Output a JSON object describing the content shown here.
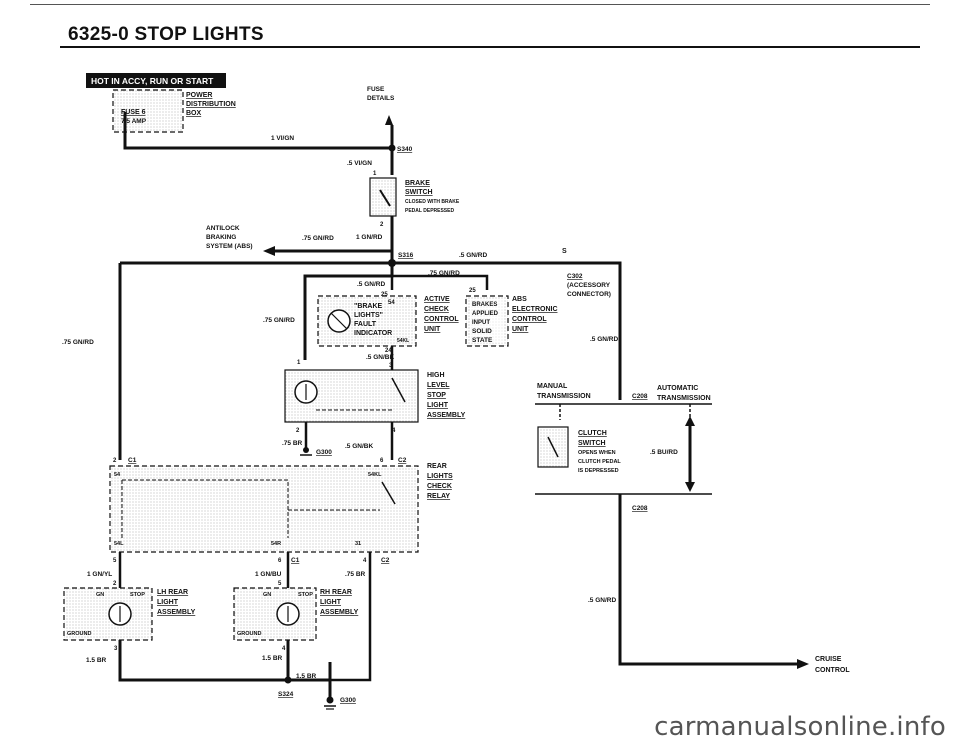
{
  "page": {
    "title": "6325-0   STOP LIGHTS"
  },
  "power": {
    "banner": "HOT IN ACCY, RUN OR START",
    "fuse": "FUSE 6",
    "amp": "7.5 AMP",
    "box": [
      "POWER",
      "DISTRIBUTION",
      "BOX"
    ],
    "wire1": "1 VI/GN",
    "fuse_details": [
      "FUSE",
      "DETAILS"
    ]
  },
  "splices": {
    "s340": "S340",
    "s316": "S316",
    "s324": "S324",
    "s": "S"
  },
  "brake_switch": {
    "wire_in": ".5 VI/GN",
    "pin1": "1",
    "pin2": "2",
    "label": [
      "BRAKE",
      "SWITCH"
    ],
    "note": [
      "CLOSED WITH BRAKE",
      "PEDAL DEPRESSED"
    ],
    "wire_out": "1 GN/RD"
  },
  "abs": {
    "label": [
      "ANTILOCK",
      "BRAKING",
      "SYSTEM (ABS)"
    ],
    "wire": ".75 GN/RD"
  },
  "wires": {
    "w5gnrd_top": ".5 GN/RD",
    "w75_a": ".75 GN/RD",
    "w5_gnrd_b": ".5 GN/RD",
    "w75_left1": ".75 GN/RD",
    "w75_left2": ".75 GN/RD",
    "w5gnrd_right": ".5 GN/RD",
    "w5gnbk": ".5 GN/BK",
    "w75br": ".75 BR",
    "w5gnbk2": ".5 GN/BK",
    "w1gnyl": "1 GN/YL",
    "w1gnbu": "1 GN/BU",
    "w75br2": ".75 BR",
    "w15br_l": "1.5 BR",
    "w15br_m": "1.5 BR",
    "w15br_b": "1.5 BR",
    "w5bu": ".5 BU/RD",
    "w5gnrd_low": ".5 GN/RD"
  },
  "check_unit": {
    "label": [
      "ACTIVE",
      "CHECK",
      "CONTROL",
      "UNIT"
    ],
    "inner": [
      "\"BRAKE",
      "LIGHTS\"",
      "FAULT",
      "INDICATOR"
    ],
    "pin54": "54",
    "pin54kl": "54KL",
    "pin25": "25",
    "pin24": "24"
  },
  "abs_unit": {
    "pin25": "25",
    "inner": [
      "BRAKES",
      "APPLIED",
      "INPUT",
      "SOLID",
      "STATE"
    ],
    "label": [
      "ABS",
      "ELECTRONIC",
      "CONTROL",
      "UNIT"
    ]
  },
  "connector": {
    "c302": "C302",
    "desc": [
      "(ACCESSORY",
      "CONNECTOR)"
    ]
  },
  "high_stop": {
    "label": [
      "HIGH",
      "LEVEL",
      "STOP",
      "LIGHT",
      "ASSEMBLY"
    ],
    "pin1": "1",
    "pin3": "3",
    "pin2": "2",
    "pin4": "4",
    "g300": "G300"
  },
  "relay": {
    "label": [
      "REAR",
      "LIGHTS",
      "CHECK",
      "RELAY"
    ],
    "c1": "C1",
    "c2": "C2",
    "pin2": "2",
    "pin6": "6",
    "pin54": "54",
    "pin54kl": "54KL",
    "pin54l": "54L",
    "pin54r": "54R",
    "pin31": "31",
    "pin5": "5",
    "pin6b": "6",
    "pin4": "4"
  },
  "lh_lamp": {
    "label": [
      "LH REAR",
      "LIGHT",
      "ASSEMBLY"
    ],
    "gn": "GN",
    "stop": "STOP",
    "ground": "GROUND",
    "pin2": "2",
    "pin3": "3"
  },
  "rh_lamp": {
    "label": [
      "RH REAR",
      "LIGHT",
      "ASSEMBLY"
    ],
    "gn": "GN",
    "stop": "STOP",
    "ground": "GROUND",
    "pin5": "5",
    "pin4": "4"
  },
  "ground": {
    "g300": "G300"
  },
  "trans": {
    "manual": [
      "MANUAL",
      "TRANSMISSION"
    ],
    "automatic": [
      "AUTOMATIC",
      "TRANSMISSION"
    ],
    "c208": "C208",
    "c208b": "C208"
  },
  "clutch": {
    "label": [
      "CLUTCH",
      "SWITCH"
    ],
    "note": [
      "OPENS WHEN",
      "CLUTCH PEDAL",
      "IS DEPRESSED"
    ]
  },
  "cruise": {
    "label": [
      "CRUISE",
      "CONTROL"
    ]
  },
  "watermark": "carmanualsonline.info"
}
